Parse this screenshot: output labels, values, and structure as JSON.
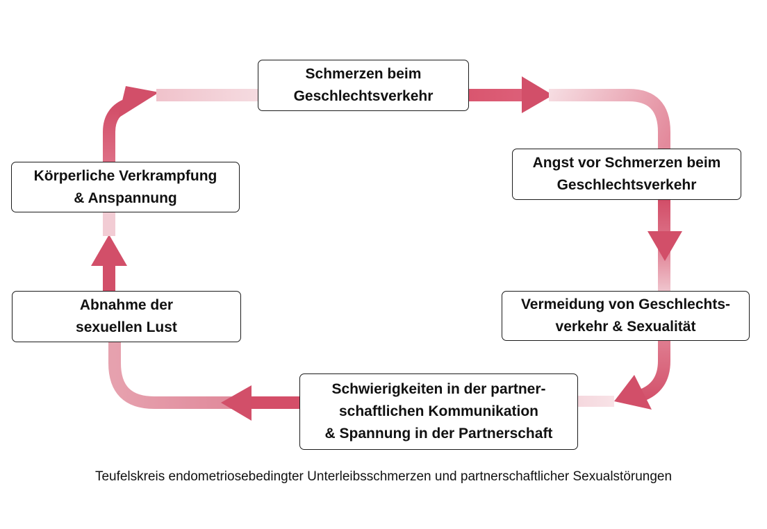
{
  "colors": {
    "arrow": "#d14f6a",
    "arrow_faded": "#f3d3d9",
    "box_border": "#1a1a1a",
    "text": "#111111"
  },
  "nodes": [
    {
      "id": "schmerzen",
      "lines": [
        "Schmerzen beim",
        "Geschlechtsverkehr"
      ]
    },
    {
      "id": "angst",
      "lines": [
        "Angst vor Schmerzen beim",
        "Geschlechtsverkehr"
      ]
    },
    {
      "id": "vermeidung",
      "lines": [
        "Vermeidung von Geschlechts-",
        "verkehr & Sexualität"
      ]
    },
    {
      "id": "schwierig",
      "lines": [
        "Schwierigkeiten in der partner-",
        "schaftlichen Kommunikation",
        "& Spannung in der Partnerschaft"
      ]
    },
    {
      "id": "abnahme",
      "lines": [
        "Abnahme der",
        "sexuellen Lust"
      ]
    },
    {
      "id": "verkrampf",
      "lines": [
        "Körperliche Verkrampfung",
        "& Anspannung"
      ]
    }
  ],
  "caption": "Teufelskreis endometriosebedingter Unterleibsschmerzen und partnerschaftlicher Sexualstörungen"
}
